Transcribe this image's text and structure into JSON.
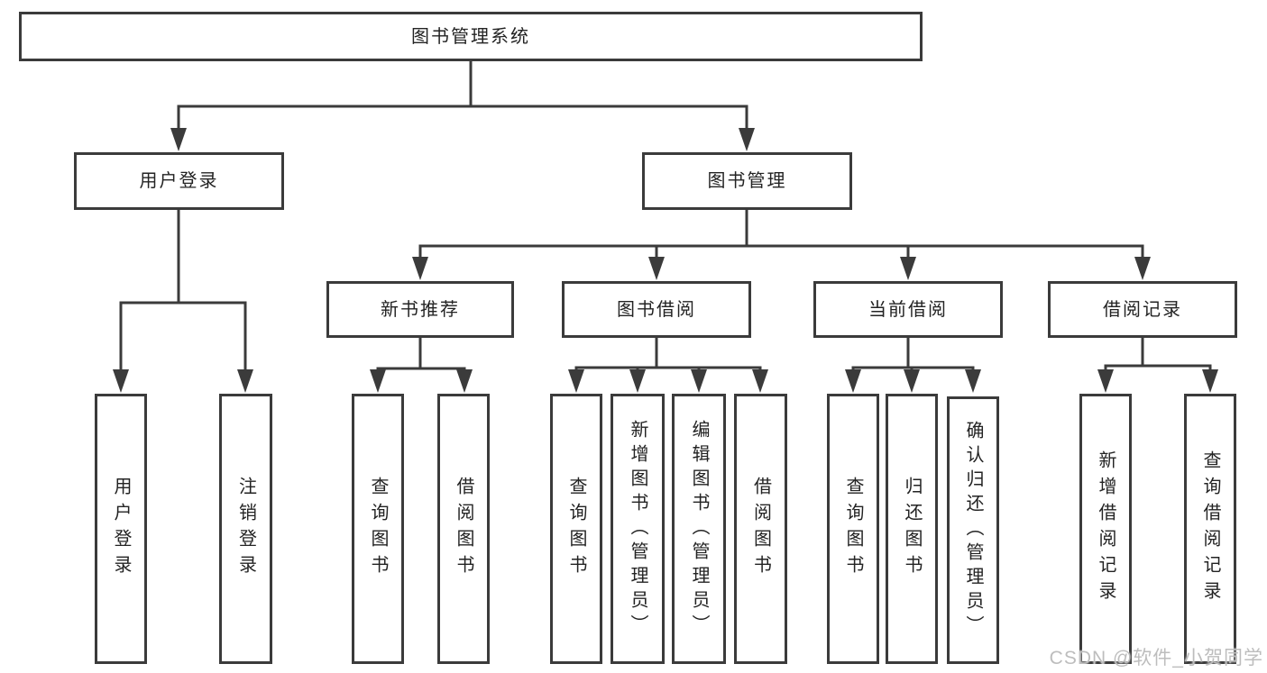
{
  "nodes": {
    "root": {
      "label": "图书管理系统"
    },
    "level2": [
      {
        "label": "用户登录"
      },
      {
        "label": "图书管理"
      }
    ],
    "level3": [
      {
        "label": "新书推荐"
      },
      {
        "label": "图书借阅"
      },
      {
        "label": "当前借阅"
      },
      {
        "label": "借阅记录"
      }
    ],
    "level4": {
      "user_login": [
        "用户登录",
        "注销登录"
      ],
      "new_book_rec": [
        "查询图书",
        "借阅图书"
      ],
      "book_borrow": [
        "查询图书",
        "新增图书（管理员）",
        "编辑图书（管理员）",
        "借阅图书"
      ],
      "current_borrow": [
        "查询图书",
        "归还图书",
        "确认归还（管理员）"
      ],
      "borrow_record": [
        "新增借阅记录",
        "查询借阅记录"
      ]
    }
  },
  "watermark": {
    "text": "CSDN @软件_小贺同学"
  },
  "colors": {
    "line": "#3b3b3b",
    "box_border": "#3b3b3b",
    "text": "#232323",
    "watermark": "#bdbdbd",
    "background": "#ffffff"
  }
}
